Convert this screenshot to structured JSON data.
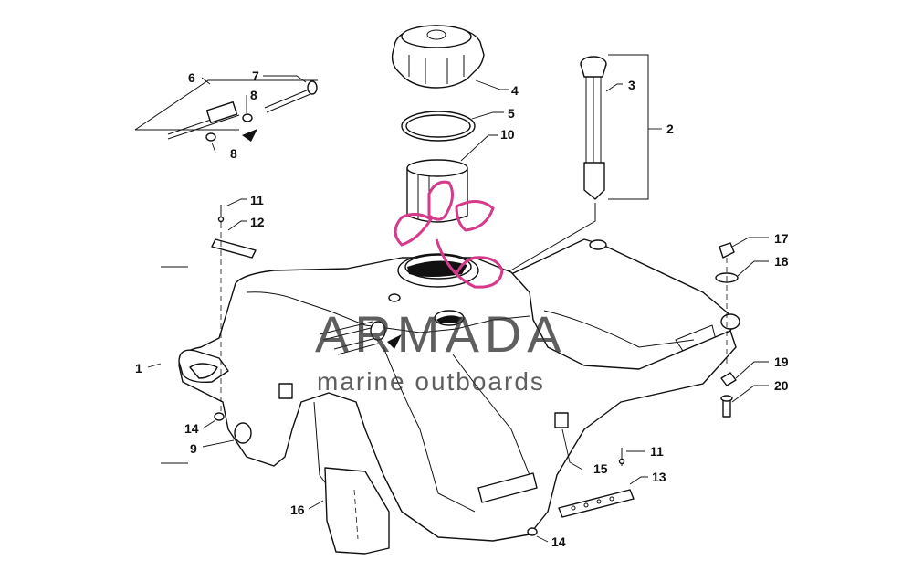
{
  "watermark": {
    "title": "ARMADA",
    "subtitle": "marine outboards",
    "logo_color": "#d63a8a"
  },
  "callouts": [
    {
      "id": "c1",
      "text": "1"
    },
    {
      "id": "c2",
      "text": "2"
    },
    {
      "id": "c3",
      "text": "3"
    },
    {
      "id": "c4",
      "text": "4"
    },
    {
      "id": "c5",
      "text": "5"
    },
    {
      "id": "c6",
      "text": "6"
    },
    {
      "id": "c7",
      "text": "7"
    },
    {
      "id": "c8a",
      "text": "8"
    },
    {
      "id": "c8b",
      "text": "8"
    },
    {
      "id": "c9",
      "text": "9"
    },
    {
      "id": "c10",
      "text": "10"
    },
    {
      "id": "c11a",
      "text": "11"
    },
    {
      "id": "c11b",
      "text": "11"
    },
    {
      "id": "c12",
      "text": "12"
    },
    {
      "id": "c13",
      "text": "13"
    },
    {
      "id": "c14a",
      "text": "14"
    },
    {
      "id": "c14b",
      "text": "14"
    },
    {
      "id": "c15",
      "text": "15"
    },
    {
      "id": "c16",
      "text": "16"
    },
    {
      "id": "c17",
      "text": "17"
    },
    {
      "id": "c18",
      "text": "18"
    },
    {
      "id": "c19",
      "text": "19"
    },
    {
      "id": "c20",
      "text": "20"
    }
  ]
}
